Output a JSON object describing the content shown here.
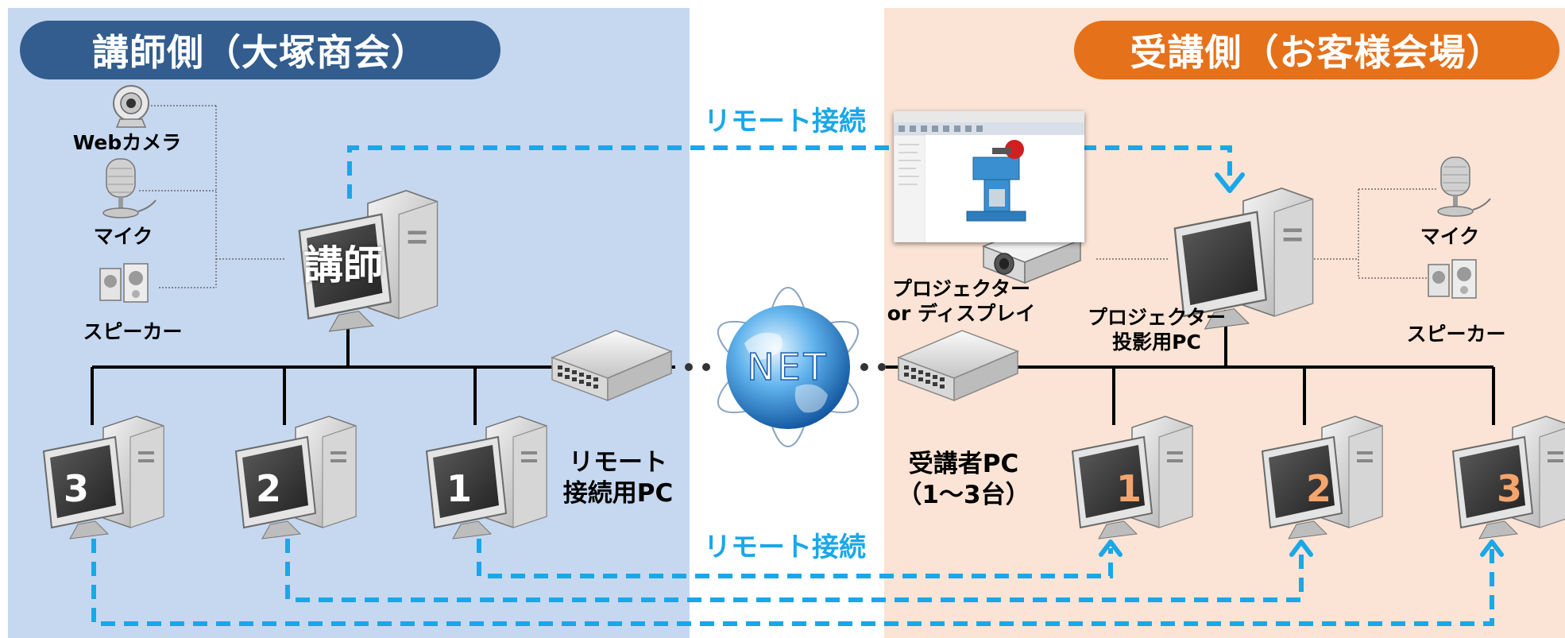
{
  "header": {
    "left_title": "講師側（大塚商会）",
    "right_title": "受講側（お客様会場）"
  },
  "left": {
    "webcam_label": "Webカメラ",
    "mic_label": "マイク",
    "speaker_label": "スピーカー",
    "teacher_label": "講師",
    "remote_pc_label_line1": "リモート",
    "remote_pc_label_line2": "接続用PC",
    "pc_numbers": [
      "3",
      "2",
      "1"
    ]
  },
  "center": {
    "remote_top": "リモート接続",
    "remote_bottom": "リモート接続",
    "net_label": "NET"
  },
  "right": {
    "projector_label_line1": "プロジェクター",
    "projector_label_line2": "or ディスプレイ",
    "projection_pc_line1": "プロジェクター",
    "projection_pc_line2": "投影用PC",
    "mic_label": "マイク",
    "speaker_label": "スピーカー",
    "student_pc_line1": "受講者PC",
    "student_pc_line2": "（1～3台）",
    "pc_numbers": [
      "1",
      "2",
      "3"
    ]
  },
  "colors": {
    "left_panel": "#c6d8f0",
    "right_panel": "#fbe4d5",
    "left_header": "#325d8e",
    "right_header": "#e5711a",
    "dashed_line": "#1aa7e8",
    "student_number": "#f4a56d"
  },
  "icons": {
    "webcam": "webcam-icon",
    "microphone": "microphone-icon",
    "speaker": "speaker-icon",
    "computer": "desktop-computer-icon",
    "switch": "network-switch-icon",
    "globe": "globe-icon",
    "projector": "projector-icon",
    "cad_screen": "cad-screenshot"
  }
}
